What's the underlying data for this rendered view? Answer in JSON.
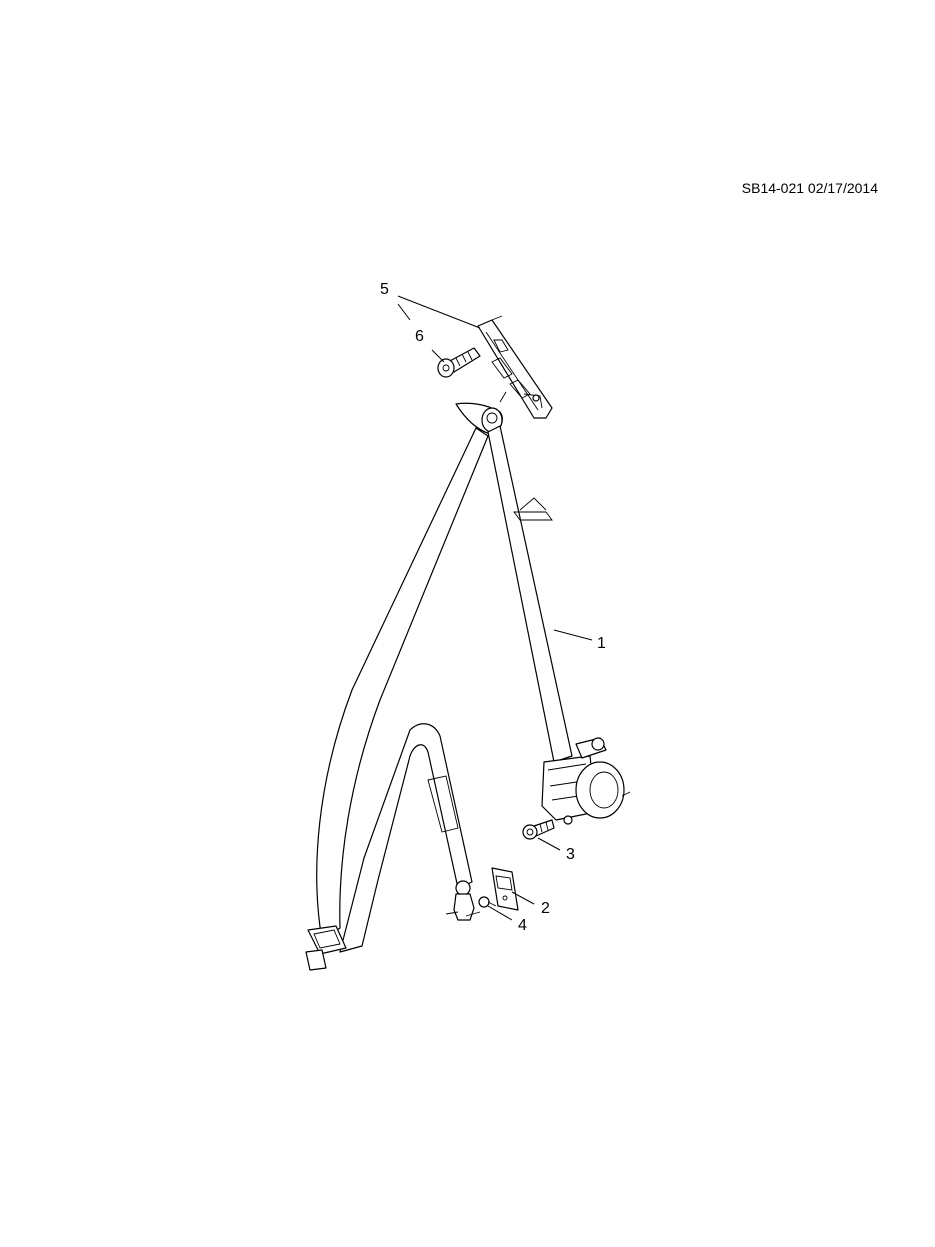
{
  "document": {
    "code": "SB14-021 02/17/2014"
  },
  "callouts": [
    {
      "id": "1",
      "label": "1"
    },
    {
      "id": "2",
      "label": "2"
    },
    {
      "id": "3",
      "label": "3"
    },
    {
      "id": "4",
      "label": "4"
    },
    {
      "id": "5",
      "label": "5"
    },
    {
      "id": "6",
      "label": "6"
    }
  ]
}
